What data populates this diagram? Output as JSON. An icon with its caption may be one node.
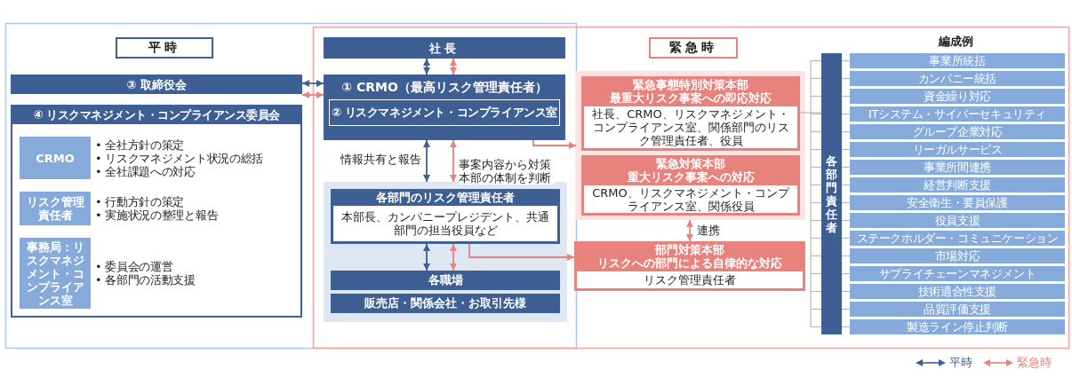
{
  "diagram": {
    "nodes": [
      {
        "text": [
          "平時"
        ]
      },
      {
        "text": [
          "③ 取締役会"
        ]
      },
      {
        "text": [
          "④ リスクマネジメント・コンプライアンス委員会"
        ]
      },
      {
        "text": [
          "CRMO"
        ],
        "in": 2,
        "beside": [
          "• 全社方針の策定",
          "• リスクマネジメント状況の総括",
          "• 全社課題への対応"
        ]
      },
      {
        "text": [
          "リスク管理責任者"
        ],
        "in": 2,
        "beside": [
          "• 行動方針の策定",
          "• 実施状況の整理と報告"
        ]
      },
      {
        "text": [
          "事務局：リスクマネジメント・コンプライアンス室"
        ],
        "in": 2,
        "beside": [
          "• 委員会の運営",
          "• 各部門の活動支援"
        ]
      },
      {
        "text": [
          "社長"
        ]
      },
      {
        "text": [
          "① CRMO（最高リスク管理責任者）"
        ]
      },
      {
        "text": [
          "② リスクマネジメント・コンプライアンス室"
        ],
        "in": 7
      },
      {
        "text": [],
        "shape": "box"
      },
      {
        "text": [
          "各部門のリスク管理責任者",
          "本部長、カンパニープレジデント、共通部門の担当役員など"
        ],
        "in": 9
      },
      {
        "text": [
          "各職場",
          "販売店・関係会社・お取引先様"
        ],
        "in": 9
      },
      {
        "text": [
          "緊急時"
        ]
      },
      {
        "text": [],
        "shape": "box"
      },
      {
        "text": [
          "緊急事態特別対策本部",
          "最重大リスク事案への即応対応",
          "社長、CRMO、リスクマネジメント・コンプライアンス室、関係部門のリスク管理責任者、役員"
        ],
        "in": 13
      },
      {
        "text": [
          "緊急対策本部",
          "重大リスク事案への対応",
          "CRMO、リスクマネジメント・コンプライアンス室、関係役員"
        ],
        "in": 13
      },
      {
        "text": [
          "部門対策本部",
          "リスクへの部門による自律的な対応",
          "リスク管理責任者"
        ]
      },
      {
        "text": [
          "各部門責任者"
        ]
      },
      {
        "text": [
          "事業所統括"
        ]
      },
      {
        "text": [
          "カンパニー統括"
        ]
      },
      {
        "text": [
          "資金繰り対応"
        ]
      },
      {
        "text": [
          "ITシステム・サイバーセキュリティ"
        ]
      },
      {
        "text": [
          "グループ企業対応"
        ]
      },
      {
        "text": [
          "リーガルサービス"
        ]
      },
      {
        "text": [
          "事業所間連携"
        ]
      },
      {
        "text": [
          "経営判断支援"
        ]
      },
      {
        "text": [
          "安全衛生・要員保護"
        ]
      },
      {
        "text": [
          "役員支援"
        ]
      },
      {
        "text": [
          "ステークホルダー・コミュニケーション"
        ]
      },
      {
        "text": [
          "市場対応"
        ]
      },
      {
        "text": [
          "サプライチェーンマネジメント"
        ]
      },
      {
        "text": [
          "技術適合性支援"
        ]
      },
      {
        "text": [
          "品質評価支援"
        ]
      },
      {
        "text": [
          "製造ライン停止判断"
        ]
      }
    ],
    "edges": [
      {
        "from": 1,
        "to": 7,
        "arrow": "both",
        "color": "#3d5f94"
      },
      {
        "from": 1,
        "to": 7,
        "arrow": "both",
        "color": "#e8827c"
      },
      {
        "from": 6,
        "to": 7,
        "arrow": "both",
        "color": "#3d5f94"
      },
      {
        "from": 6,
        "to": 7,
        "arrow": "both",
        "color": "#e8827c"
      },
      {
        "from": 7,
        "to": 9,
        "arrow": "both",
        "color": "#3d5f94",
        "label": "情報共有と報告"
      },
      {
        "from": 7,
        "to": 9,
        "arrow": "both",
        "color": "#e8827c",
        "label": "事案内容から対策本部の体制を判断"
      },
      {
        "from": 7,
        "to": 13,
        "arrow": "to",
        "color": "#e8827c"
      },
      {
        "from": 10,
        "to": 16,
        "arrow": "to",
        "color": "#e8827c"
      },
      {
        "from": 10,
        "to": 11,
        "arrow": "both",
        "color": "#3d5f94"
      },
      {
        "from": 10,
        "to": 11,
        "arrow": "both",
        "color": "#e8827c"
      },
      {
        "from": 13,
        "to": 16,
        "arrow": "both",
        "color": "#e8827c",
        "label": "連携"
      },
      {
        "from": 14,
        "to": 17,
        "arrow": "none",
        "color": "#b8b8b8"
      },
      {
        "from": 17,
        "to": 18,
        "arrow": "none",
        "color": "#b8b8b8"
      },
      {
        "from": 17,
        "to": 19,
        "arrow": "none",
        "color": "#b8b8b8"
      },
      {
        "from": 17,
        "to": 20,
        "arrow": "none",
        "color": "#b8b8b8"
      },
      {
        "from": 17,
        "to": 21,
        "arrow": "none",
        "color": "#b8b8b8"
      },
      {
        "from": 17,
        "to": 22,
        "arrow": "none",
        "color": "#b8b8b8"
      },
      {
        "from": 17,
        "to": 23,
        "arrow": "none",
        "color": "#b8b8b8"
      },
      {
        "from": 17,
        "to": 24,
        "arrow": "none",
        "color": "#b8b8b8"
      },
      {
        "from": 17,
        "to": 25,
        "arrow": "none",
        "color": "#b8b8b8"
      },
      {
        "from": 17,
        "to": 26,
        "arrow": "none",
        "color": "#b8b8b8"
      },
      {
        "from": 17,
        "to": 27,
        "arrow": "none",
        "color": "#b8b8b8"
      },
      {
        "from": 17,
        "to": 28,
        "arrow": "none",
        "color": "#b8b8b8"
      },
      {
        "from": 17,
        "to": 29,
        "arrow": "none",
        "color": "#b8b8b8"
      },
      {
        "from": 17,
        "to": 30,
        "arrow": "none",
        "color": "#b8b8b8"
      },
      {
        "from": 17,
        "to": 31,
        "arrow": "none",
        "color": "#b8b8b8"
      },
      {
        "from": 17,
        "to": 32,
        "arrow": "none",
        "color": "#b8b8b8"
      },
      {
        "from": 17,
        "to": 33,
        "arrow": "none",
        "color": "#b8b8b8"
      }
    ],
    "labels": [
      "編成例"
    ],
    "legend": [
      {
        "text": "平時"
      },
      {
        "text": "緊急時"
      }
    ]
  }
}
